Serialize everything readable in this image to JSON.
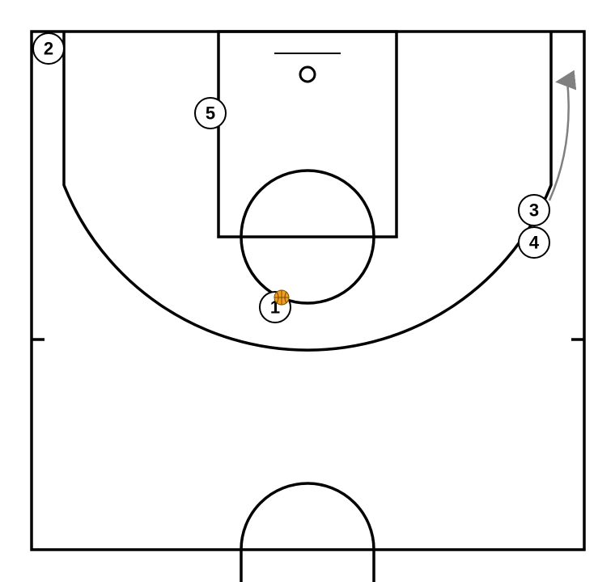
{
  "colors": {
    "lines": "#000000",
    "background": "#ffffff",
    "ball": "#f0a020",
    "ball_seams": "#7a4a00",
    "cut_arrow": "#808080"
  },
  "players": [
    {
      "id": "player-1",
      "label": "1",
      "has_ball": true
    },
    {
      "id": "player-2",
      "label": "2",
      "has_ball": false
    },
    {
      "id": "player-3",
      "label": "3",
      "has_ball": false
    },
    {
      "id": "player-4",
      "label": "4",
      "has_ball": false
    },
    {
      "id": "player-5",
      "label": "5",
      "has_ball": false
    }
  ],
  "movements": [
    {
      "player": "3",
      "type": "cut",
      "icon": "arrow-icon"
    }
  ],
  "ball_icon": "basketball-icon"
}
